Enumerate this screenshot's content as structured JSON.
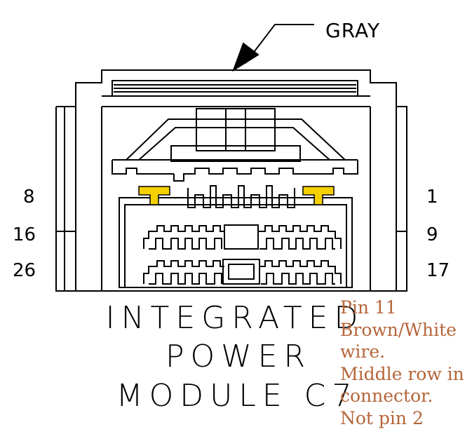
{
  "callout": {
    "label": "GRAY"
  },
  "pins": {
    "left": [
      "8",
      "16",
      "26"
    ],
    "right": [
      "1",
      "9",
      "17"
    ]
  },
  "title": {
    "line1": "INTEGRATED",
    "line2": "POWER",
    "line3": "MODULE C7"
  },
  "note": {
    "line1": "Pin 11",
    "line2": "Brown/White",
    "line3": "wire.",
    "line4": "Middle row in",
    "line5": "connector.",
    "line6": "Not pin 2"
  },
  "colors": {
    "line": "#000000",
    "terminal_highlight": "#f5d000",
    "note_text": "#b5653a"
  }
}
